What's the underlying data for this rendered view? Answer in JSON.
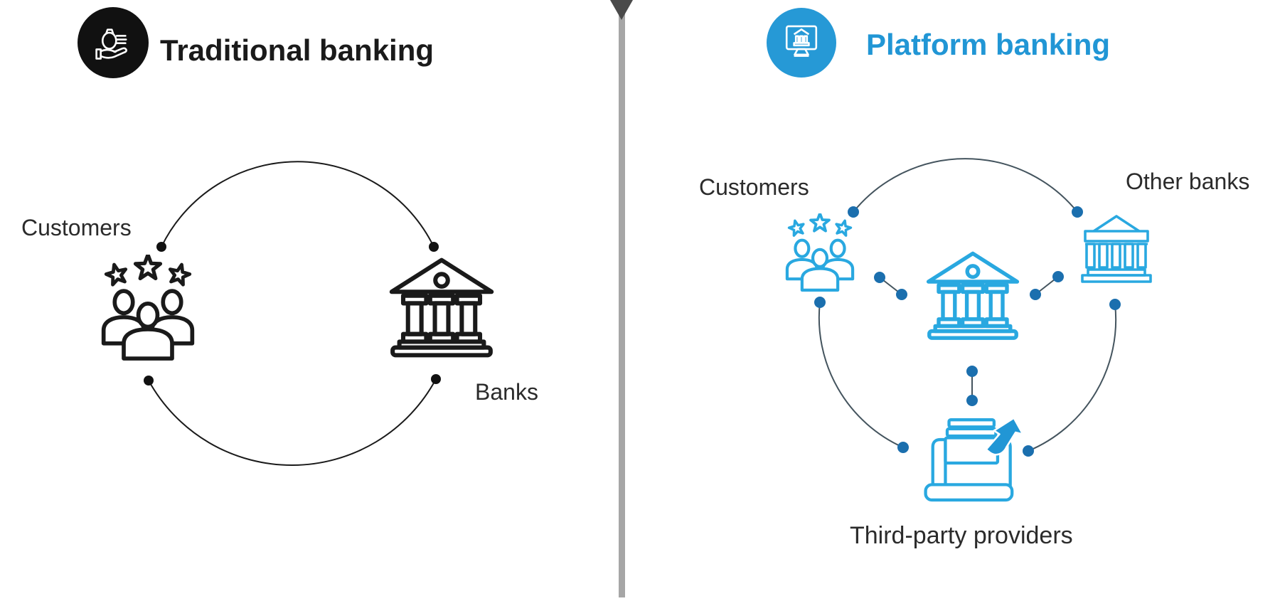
{
  "divider": {
    "bar_color": "#a6a6a6",
    "cap_color": "#4a4a4a"
  },
  "panels": {
    "traditional": {
      "title": "Traditional banking",
      "title_color": "#1a1a1a",
      "badge": {
        "bg": "#111111",
        "icon": "money-bag-in-hand-icon"
      },
      "line_color": "#1a1a1a",
      "dot_color": "#111111",
      "nodes": {
        "customers": {
          "label": "Customers",
          "icon": "customers-group-icon"
        },
        "banks": {
          "label": "Banks",
          "icon": "bank-building-icon"
        }
      }
    },
    "platform": {
      "title": "Platform banking",
      "title_color": "#2196d5",
      "badge": {
        "bg": "#2699d6",
        "icon": "bank-on-monitor-icon"
      },
      "icon_color": "#29a8e0",
      "dot_color": "#1b6fae",
      "line_color": "#44545e",
      "nodes": {
        "customers": {
          "label": "Customers",
          "icon": "customers-group-icon"
        },
        "other_banks": {
          "label": "Other banks",
          "icon": "columned-bank-icon"
        },
        "bank_hub": {
          "icon": "bank-building-icon"
        },
        "third_party": {
          "label": "Third-party providers",
          "icon": "hand-picking-card-icon"
        }
      }
    }
  }
}
